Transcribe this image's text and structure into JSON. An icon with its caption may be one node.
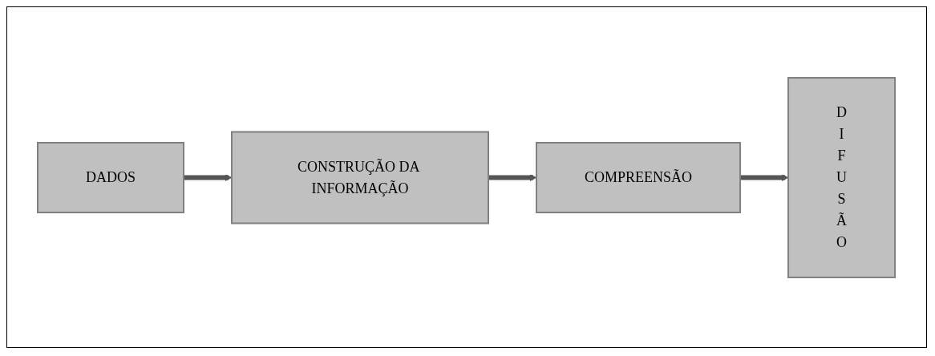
{
  "diagram": {
    "nodes": [
      {
        "text": [
          "DADOS"
        ]
      },
      {
        "text": [
          "CONSTRUÇÃO DA INFORMAÇÃO"
        ]
      },
      {
        "text": [
          "COMPREENSÃO"
        ]
      },
      {
        "text": [
          "D I F U S Ã O"
        ]
      }
    ],
    "edges": [
      {
        "from": 0,
        "to": 1,
        "arrow": "to"
      },
      {
        "from": 1,
        "to": 2,
        "arrow": "to"
      },
      {
        "from": 2,
        "to": 3,
        "arrow": "to"
      }
    ]
  }
}
